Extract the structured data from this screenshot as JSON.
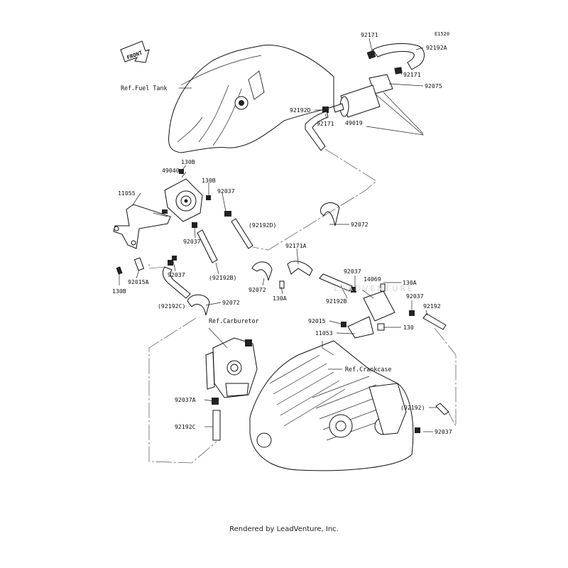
{
  "diagram_code": "E1520",
  "front_arrow_text": "FRONT",
  "watermark_text": "LEADVENTURE",
  "footer_text": "Rendered by LeadVenture, Inc.",
  "refs": {
    "fuel_tank": "Ref.Fuel Tank",
    "carburetor": "Ref.Carburetor",
    "crankcase": "Ref.Crankcase"
  },
  "labels": {
    "p92171_top": "92171",
    "p92192A": "92192A",
    "p92171_right": "92171",
    "p92075": "92075",
    "p92192D": "92192D",
    "p92171_mid": "92171",
    "p49019": "49019",
    "p130B_top": "130B",
    "p49040": "49040",
    "p130B_mid": "130B",
    "p11055": "11055",
    "p92037_a": "92037",
    "p92192D_paren": "(92192D)",
    "p92072_right": "92072",
    "p92037_b": "92037",
    "p92171A": "92171A",
    "p92037_c": "92037",
    "p92192B_paren": "(92192B)",
    "p92015A": "92015A",
    "p130B_bottom": "130B",
    "p92072_mid": "92072",
    "p130A_mid": "130A",
    "p92192C_paren": "(92192C)",
    "p92072_left": "92072",
    "p92037_d": "92037",
    "p14069": "14069",
    "p130A_right": "130A",
    "p92192B": "92192B",
    "p92037_e": "92037",
    "p92192": "92192",
    "p92015": "92015",
    "p130": "130",
    "p11053": "11053",
    "p92037A": "92037A",
    "p92192C": "92192C",
    "p92192_paren": "(92192)",
    "p92037_f": "92037"
  }
}
